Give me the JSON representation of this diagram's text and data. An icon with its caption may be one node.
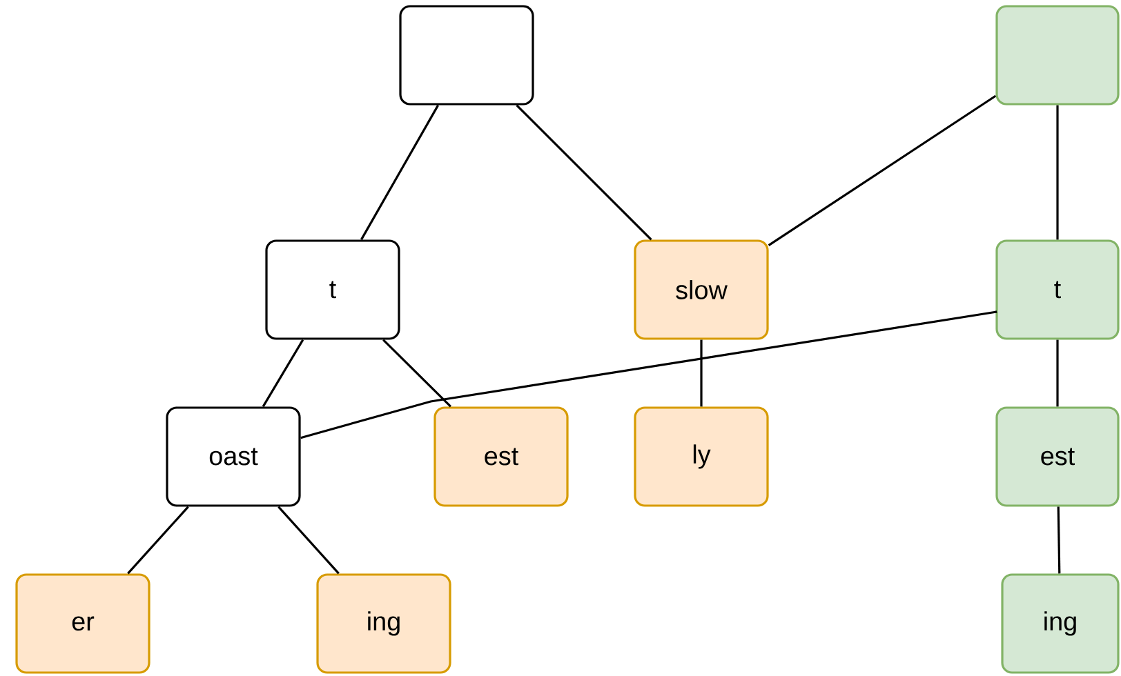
{
  "diagram": {
    "nodes": [
      {
        "text": [],
        "shape": "box"
      },
      {
        "text": [],
        "shape": "box"
      },
      {
        "text": [
          "t"
        ]
      },
      {
        "text": [
          "slow"
        ]
      },
      {
        "text": [
          "t"
        ]
      },
      {
        "text": [
          "oast"
        ]
      },
      {
        "text": [
          "est"
        ]
      },
      {
        "text": [
          "ly"
        ]
      },
      {
        "text": [
          "est"
        ]
      },
      {
        "text": [
          "er"
        ]
      },
      {
        "text": [
          "ing"
        ]
      },
      {
        "text": [
          "ing"
        ]
      }
    ],
    "edges": [
      {
        "from": 0,
        "to": 2,
        "arrow": "none"
      },
      {
        "from": 0,
        "to": 3,
        "arrow": "none"
      },
      {
        "from": 1,
        "to": 3,
        "arrow": "none"
      },
      {
        "from": 1,
        "to": 4,
        "arrow": "none"
      },
      {
        "from": 2,
        "to": 5,
        "arrow": "none"
      },
      {
        "from": 2,
        "to": 6,
        "arrow": "none"
      },
      {
        "from": 3,
        "to": 7,
        "arrow": "none"
      },
      {
        "from": 4,
        "to": 5,
        "arrow": "none"
      },
      {
        "from": 4,
        "to": 8,
        "arrow": "none"
      },
      {
        "from": 5,
        "to": 9,
        "arrow": "none"
      },
      {
        "from": 5,
        "to": 10,
        "arrow": "none"
      },
      {
        "from": 8,
        "to": 11,
        "arrow": "none"
      }
    ]
  }
}
